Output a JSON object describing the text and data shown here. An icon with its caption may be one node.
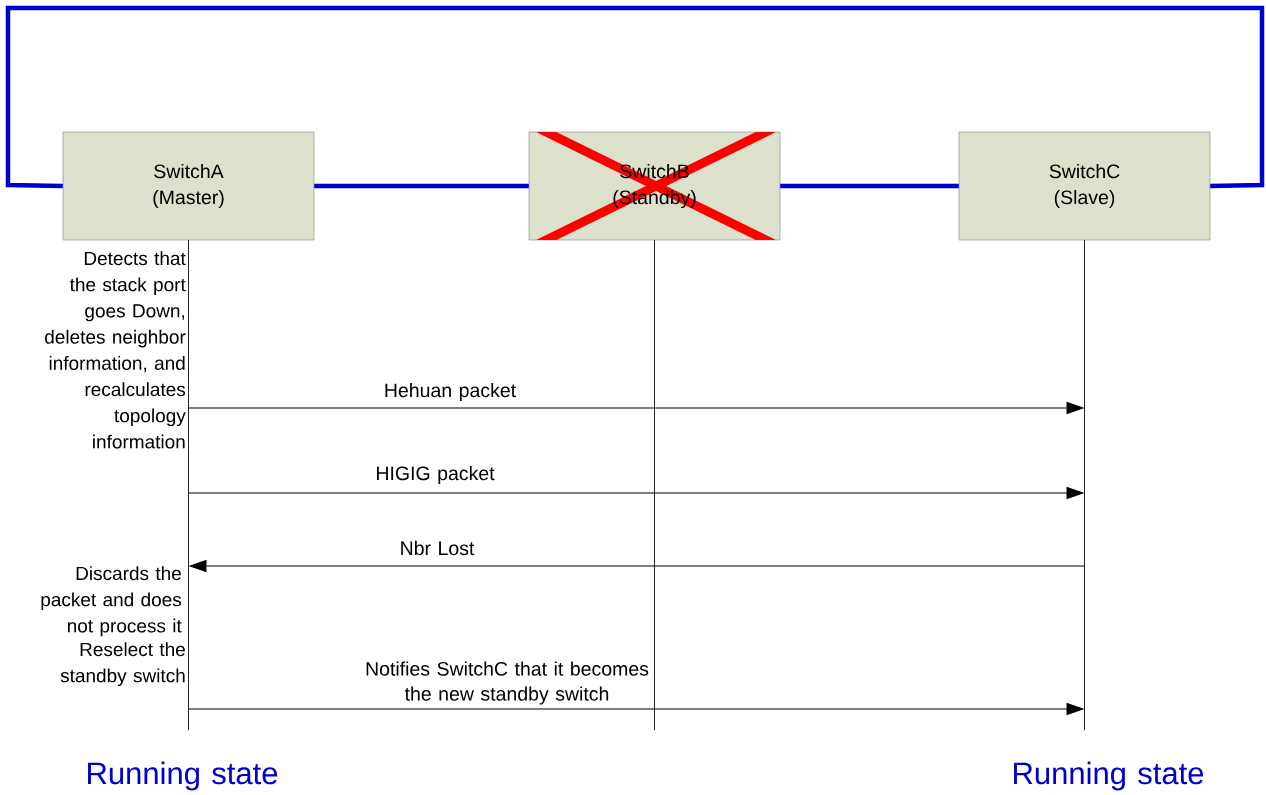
{
  "diagram": {
    "nodes": [
      {
        "text": [
          "SwitchA",
          "(Master)"
        ]
      },
      {
        "text": [
          "SwitchB",
          "(Standby)"
        ]
      },
      {
        "text": [
          "SwitchC",
          "(Slave)"
        ]
      }
    ],
    "edges": [
      {
        "from": 0,
        "to": 1,
        "arrow": "none",
        "style": "thick",
        "color": "#0000cc"
      },
      {
        "from": 1,
        "to": 2,
        "arrow": "none",
        "style": "thick",
        "color": "#0000cc"
      },
      {
        "from": 2,
        "to": 0,
        "arrow": "none",
        "style": "thick",
        "color": "#0000cc"
      },
      {
        "from": 0,
        "to": 2,
        "arrow": "to",
        "label": "Hehuan packet"
      },
      {
        "from": 0,
        "to": 2,
        "arrow": "to",
        "label": "HIGIG packet"
      },
      {
        "from": 2,
        "to": 0,
        "arrow": "to",
        "label": "Nbr Lost"
      },
      {
        "from": 0,
        "to": 2,
        "arrow": "to",
        "label": "Notifies SwitchC that it becomes the new standby switch"
      }
    ],
    "labels": [
      "Detects that the stack port goes Down, deletes neighbor information, and recalculates topology information",
      "Discards the packet and does not process it",
      "Reselect the standby switch",
      "Running state",
      "Running state"
    ]
  }
}
